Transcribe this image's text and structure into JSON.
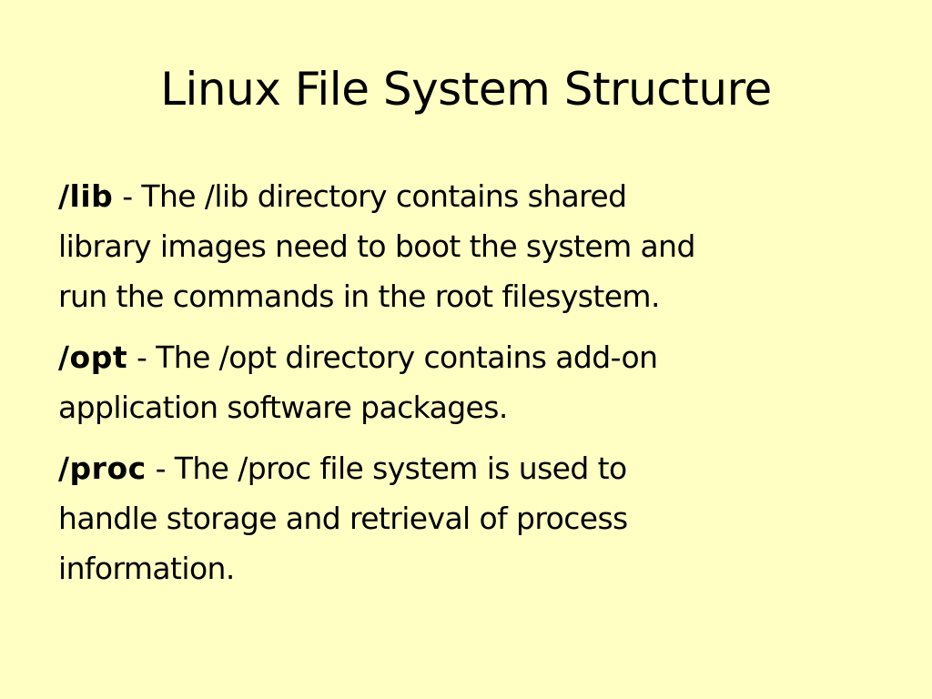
{
  "slide": {
    "title": "Linux File System Structure",
    "background_color": "#FFFFC4",
    "items": [
      {
        "term": "/lib",
        "description_lines": [
          " - The /lib directory contains shared",
          "library images need to boot the system and",
          "run the commands in the root filesystem."
        ]
      },
      {
        "term": "/opt",
        "description_lines": [
          " - The /opt directory contains add-on",
          "application software packages."
        ]
      },
      {
        "term": "/proc",
        "description_lines": [
          " - The /proc file system is used to",
          "handle storage and retrieval of process",
          "information."
        ]
      }
    ]
  }
}
